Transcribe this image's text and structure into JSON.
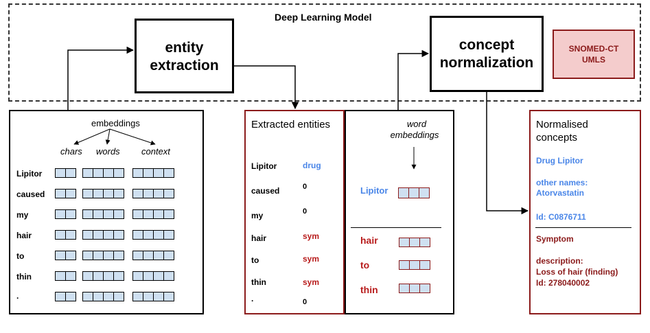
{
  "model": {
    "title": "Deep Learning Model"
  },
  "entity_box": {
    "line1": "entity",
    "line2": "extraction"
  },
  "concept_box": {
    "line1": "concept",
    "line2": "normalization"
  },
  "kb_box": {
    "line1": "SNOMED-CT",
    "line2": "UMLS"
  },
  "embeddings_panel": {
    "title": "embeddings",
    "cols": [
      "chars",
      "words",
      "context"
    ],
    "tokens": [
      "Lipitor",
      "caused",
      "my",
      "hair",
      "to",
      "thin",
      "."
    ]
  },
  "extracted_panel": {
    "title": "Extracted entities",
    "rows": [
      {
        "token": "Lipitor",
        "label": "drug"
      },
      {
        "token": "caused",
        "label": "0"
      },
      {
        "token": "my",
        "label": "0"
      },
      {
        "token": "hair",
        "label": "sym"
      },
      {
        "token": "to",
        "label": "sym"
      },
      {
        "token": "thin",
        "label": "sym"
      },
      {
        "token": ".",
        "label": "0"
      }
    ]
  },
  "word_emb_panel": {
    "title1": "word",
    "title2": "embeddings",
    "drug_tokens": [
      "Lipitor"
    ],
    "sym_tokens": [
      "hair",
      "to",
      "thin"
    ]
  },
  "normalised_panel": {
    "title1": "Normalised",
    "title2": "concepts",
    "drug_name": "Drug Lipitor",
    "other_names_label": "other names:",
    "other_names_value": "Atorvastatin",
    "drug_id": "Id: C0876711",
    "sym_title": "Symptom",
    "desc_label": "description:",
    "desc_value": "Loss of hair (finding)",
    "sym_id": "Id: 278040002"
  },
  "colors": {
    "blue": "#4a86e8",
    "red": "#b81c1c",
    "dark_red": "#8b1a1a",
    "cell": "#cfe0f1",
    "kb_fill": "#f4cccc"
  }
}
